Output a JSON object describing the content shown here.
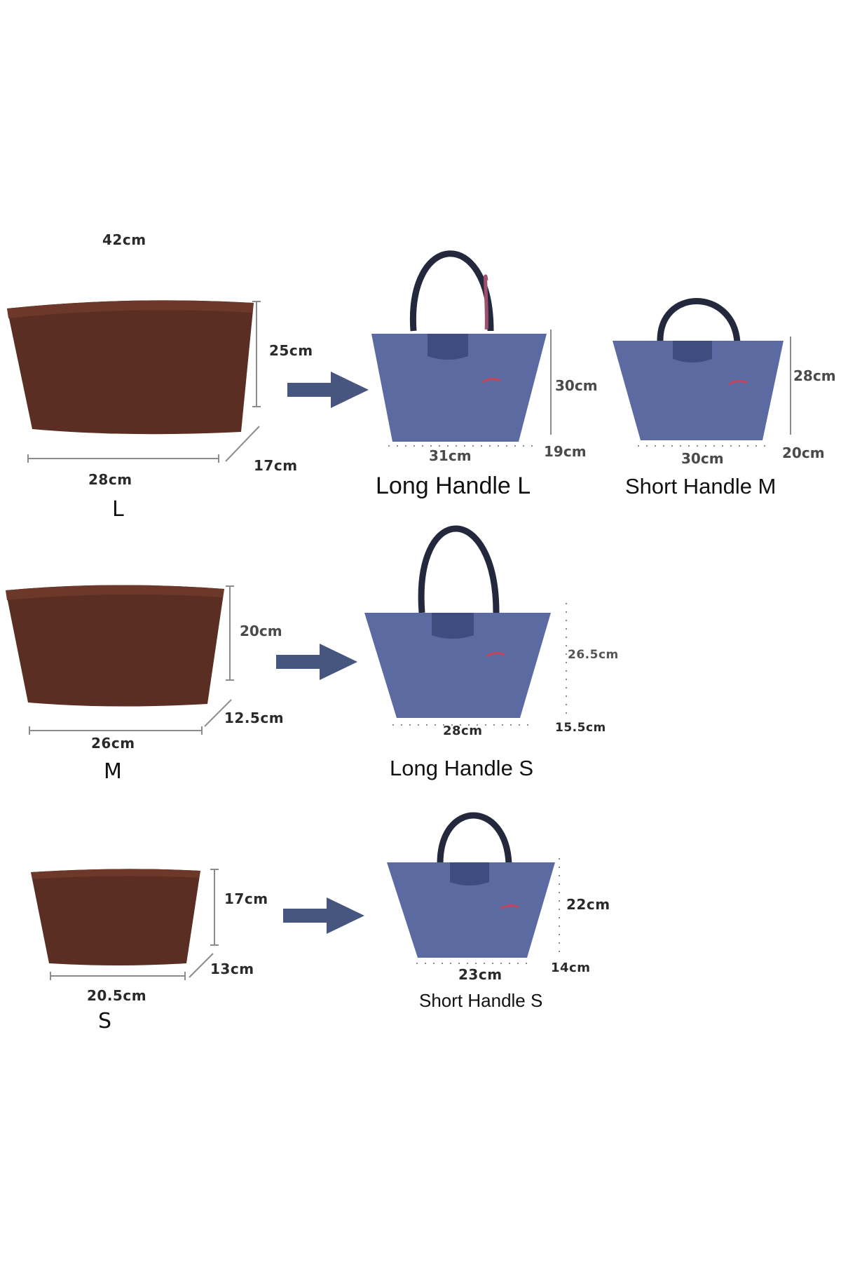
{
  "colors": {
    "insert": "#5a2e22",
    "insert_top": "#6b382a",
    "bag": "#5b6aa1",
    "bag_dark": "#3f4c80",
    "handle": "#23283c",
    "handle_inner": "#a0506a",
    "arrow": "#46567f",
    "measure": "#8c8c8c",
    "accent_logo": "#c0455a"
  },
  "large": {
    "insert_top_width": "42cm",
    "insert_height": "25cm",
    "insert_depth": "17cm",
    "insert_bottom_width": "28cm",
    "size_label": "L",
    "long_bag": {
      "height": "30cm",
      "width": "31cm",
      "depth": "19cm",
      "name": "Long Handle L"
    },
    "short_bag": {
      "height": "28cm",
      "width": "30cm",
      "depth": "20cm",
      "name": "Short Handle M"
    }
  },
  "medium": {
    "insert_height": "20cm",
    "insert_depth": "12.5cm",
    "insert_bottom_width": "26cm",
    "size_label": "M",
    "long_bag": {
      "height": "26.5cm",
      "width": "28cm",
      "depth": "15.5cm",
      "name": "Long Handle S"
    }
  },
  "small": {
    "insert_height": "17cm",
    "insert_depth": "13cm",
    "insert_bottom_width": "20.5cm",
    "size_label": "S",
    "short_bag": {
      "height": "22cm",
      "width": "23cm",
      "depth": "14cm",
      "name": "Short Handle S"
    }
  }
}
